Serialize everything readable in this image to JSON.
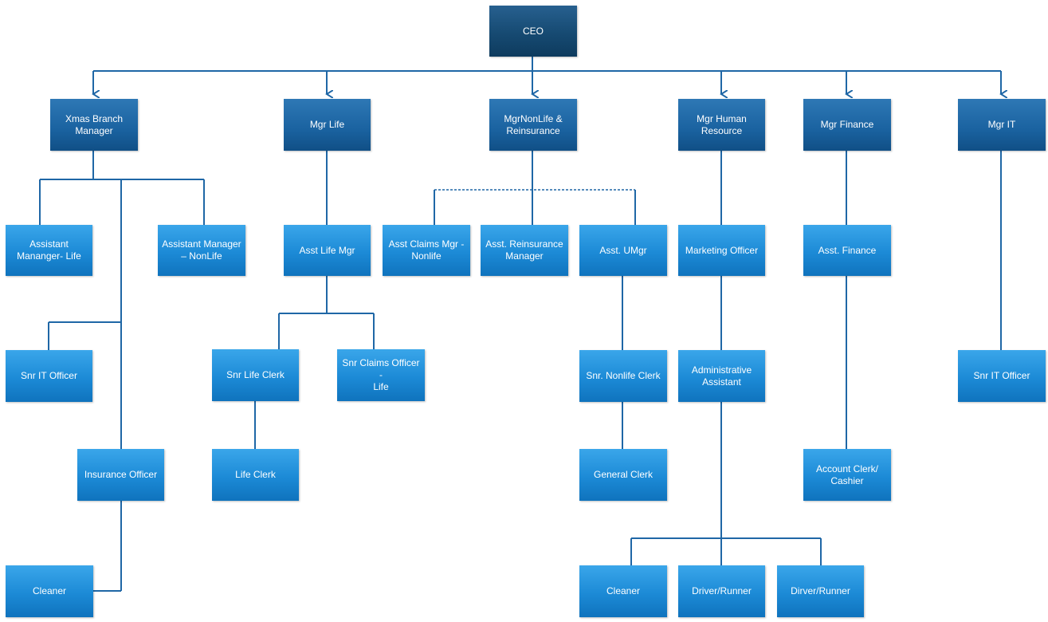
{
  "nodes": {
    "ceo": "CEO",
    "xmas_branch_manager": "Xmas Branch\nManager",
    "mgr_life": "Mgr Life",
    "mgr_nonlife": "MgrNonLife &\nReinsurance",
    "mgr_hr": "Mgr Human\nResource",
    "mgr_finance": "Mgr Finance",
    "mgr_it": "Mgr IT",
    "asst_manager_life": "Assistant\nMananger- Life",
    "asst_manager_nonlife": "Assistant Manager\n– NonLife",
    "asst_life_mgr": "Asst Life Mgr",
    "asst_claims_mgr": "Asst Claims Mgr -\nNonlife",
    "asst_reinsurance_mgr": "Asst. Reinsurance\nManager",
    "asst_umgr": "Asst. UMgr",
    "marketing_officer": "Marketing Officer",
    "asst_finance": "Asst. Finance",
    "snr_it_officer_left": "Snr IT Officer",
    "snr_life_clerk": "Snr Life Clerk",
    "snr_claims_officer_life": "Snr Claims Officer -\nLife",
    "snr_nonlife_clerk": "Snr. Nonlife Clerk",
    "administrative_assistant": "Administrative\nAssistant",
    "snr_it_officer_right": "Snr IT Officer",
    "insurance_officer": "Insurance Officer",
    "life_clerk": "Life Clerk",
    "general_clerk": "General Clerk",
    "account_clerk_cashier": "Account Clerk/\nCashier",
    "cleaner_left": "Cleaner",
    "cleaner_right": "Cleaner",
    "driver_runner": "Driver/Runner",
    "dirver_runner": "Dirver/Runner"
  },
  "colors": {
    "connector": "#1f67a6",
    "dark_box": "#164a72",
    "mid_box": "#1a62a0",
    "light_box": "#1c8ad6"
  }
}
